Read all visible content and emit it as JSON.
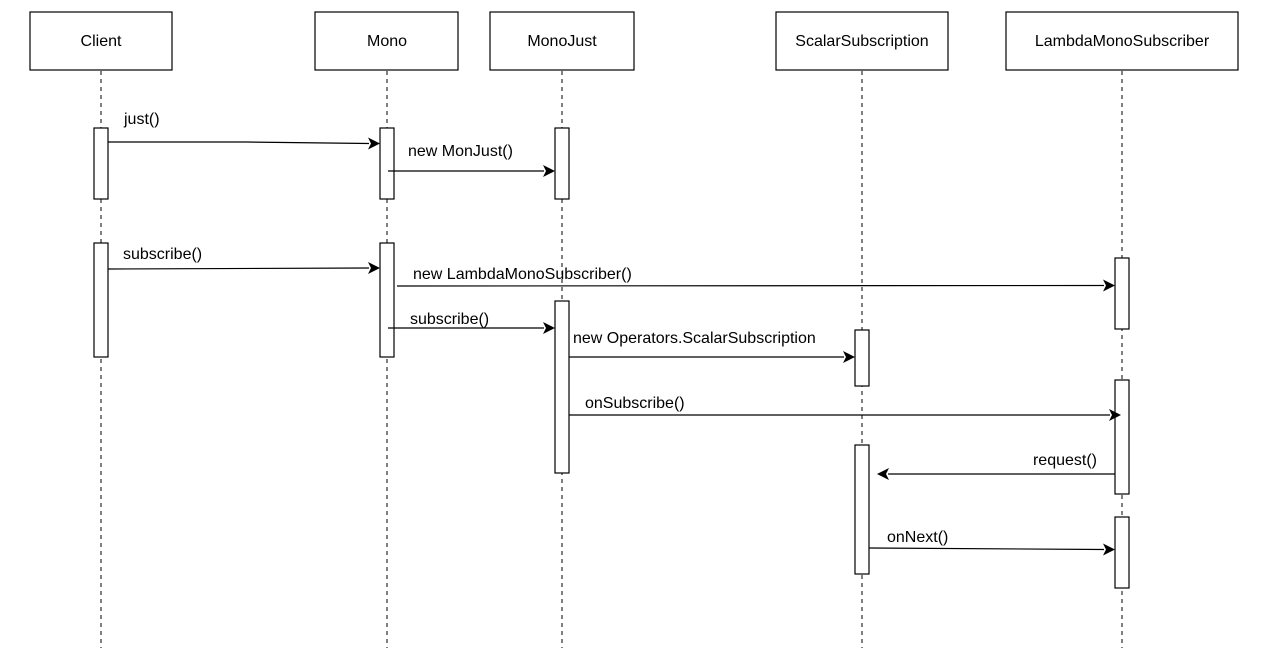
{
  "participants": [
    {
      "id": "client",
      "label": "Client"
    },
    {
      "id": "mono",
      "label": "Mono"
    },
    {
      "id": "monojust",
      "label": "MonoJust"
    },
    {
      "id": "scalar",
      "label": "ScalarSubscription"
    },
    {
      "id": "lambda",
      "label": "LambdaMonoSubscriber"
    }
  ],
  "messages": [
    {
      "label": "just()",
      "from": "client",
      "to": "mono"
    },
    {
      "label": "new MonJust()",
      "from": "mono",
      "to": "monojust"
    },
    {
      "label": "subscribe()",
      "from": "client",
      "to": "mono"
    },
    {
      "label": "new LambdaMonoSubscriber()",
      "from": "mono",
      "to": "lambda"
    },
    {
      "label": "subscribe()",
      "from": "mono",
      "to": "monojust"
    },
    {
      "label": "new Operators.ScalarSubscription",
      "from": "monojust",
      "to": "scalar"
    },
    {
      "label": "onSubscribe()",
      "from": "monojust",
      "to": "lambda"
    },
    {
      "label": "request()",
      "from": "lambda",
      "to": "scalar"
    },
    {
      "label": "onNext()",
      "from": "scalar",
      "to": "lambda"
    }
  ]
}
